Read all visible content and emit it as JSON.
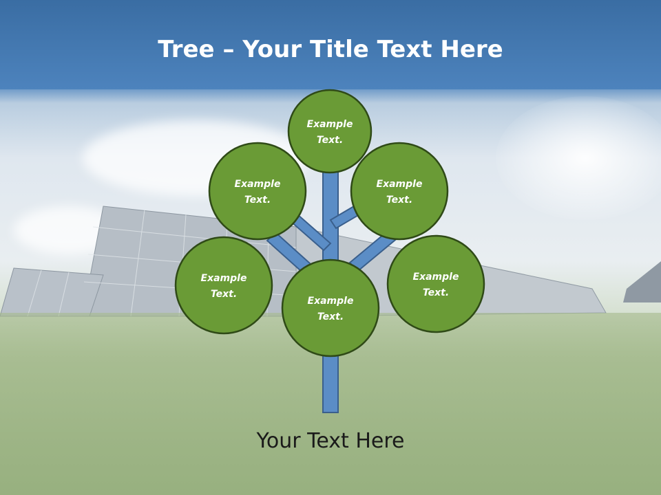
{
  "title": {
    "bold": "Tree",
    "dash": " – ",
    "rest": "Your Title Text Here"
  },
  "nodes": [
    {
      "line1": "Example",
      "line2": "Text."
    },
    {
      "line1": "Example",
      "line2": "Text."
    },
    {
      "line1": "Example",
      "line2": "Text."
    },
    {
      "line1": "Example",
      "line2": "Text."
    },
    {
      "line1": "Example",
      "line2": "Text."
    },
    {
      "line1": "Example",
      "line2": "Text."
    }
  ],
  "bottom_text": "Your Text Here",
  "colors": {
    "node_fill": "#6a9b36",
    "node_stroke": "#2f4a17",
    "branch": "#5b8dc6",
    "branch_stroke": "#3a5f8c",
    "title": "#ffffff"
  }
}
